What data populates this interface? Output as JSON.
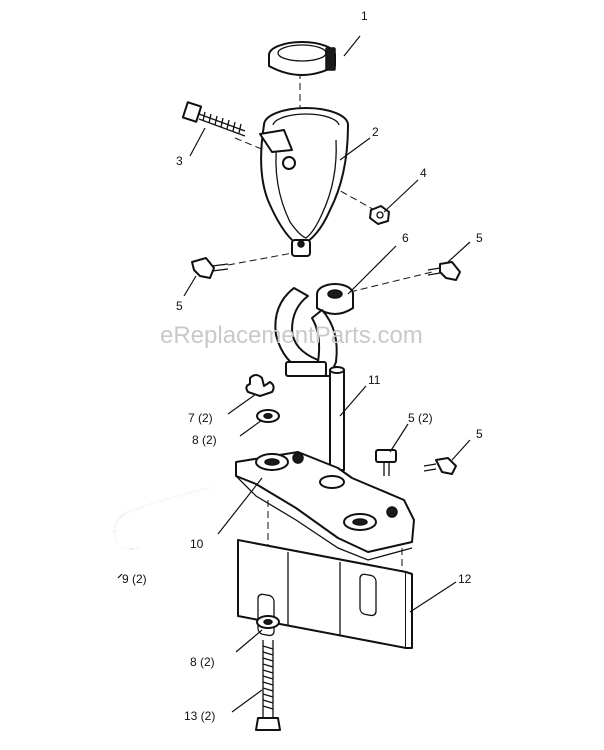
{
  "watermark": "eReplacementParts.com",
  "callouts": {
    "c1": "1",
    "c2": "2",
    "c3": "3",
    "c4": "4",
    "c5a": "5",
    "c5b": "5",
    "c6": "6",
    "c7": "7 (2)",
    "c8a": "8 (2)",
    "c5c": "5 (2)",
    "c5d": "5",
    "c11": "11",
    "c10": "10",
    "c9": "9 (2)",
    "c12": "12",
    "c8b": "8 (2)",
    "c13": "13 (2)"
  }
}
